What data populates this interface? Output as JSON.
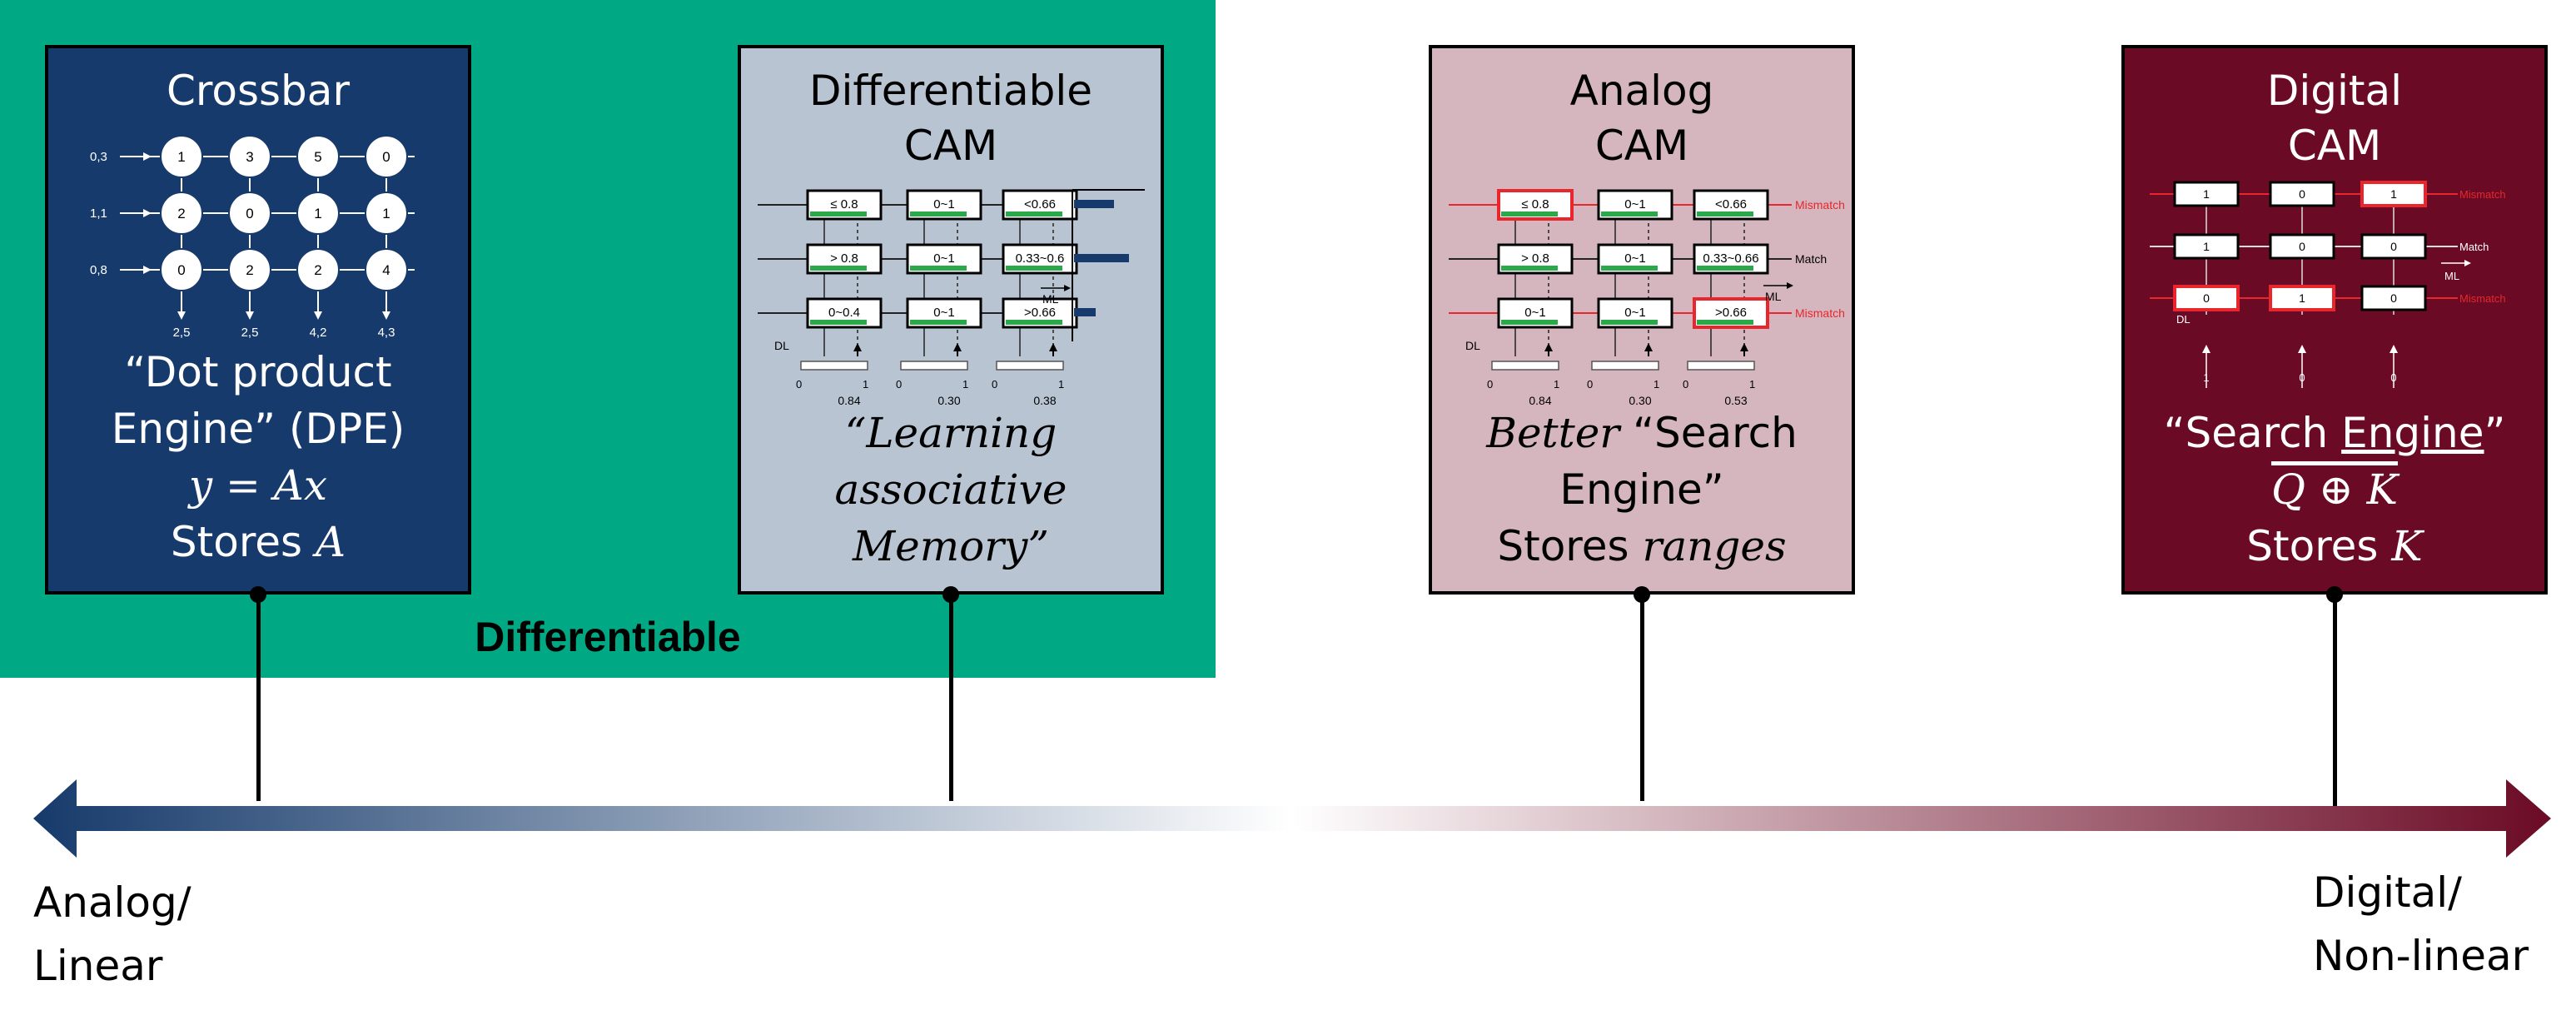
{
  "region": {
    "label": "Differentiable"
  },
  "cards": {
    "crossbar": {
      "title": [
        "Crossbar"
      ],
      "caption": {
        "line1": "“Dot product",
        "line2": "Engine” (DPE)",
        "line3": "y = Ax",
        "line4_a": "Stores ",
        "line4_b": "A"
      },
      "grid": [
        [
          "1",
          "3",
          "5",
          "0"
        ],
        [
          "2",
          "0",
          "1",
          "1"
        ],
        [
          "0",
          "2",
          "2",
          "4"
        ]
      ],
      "inputs": [
        "0,3",
        "1,1",
        "0,8"
      ],
      "outputs": [
        "2,5",
        "2,5",
        "4,2",
        "4,3"
      ]
    },
    "dcam": {
      "title": [
        "Differentiable",
        "CAM"
      ],
      "caption": {
        "line1": "“Learning",
        "line2": "associative",
        "line3": "Memory”"
      },
      "cells": [
        [
          "≤ 0.8",
          "0~1",
          "<0.66"
        ],
        [
          "> 0.8",
          "0~1",
          "0.33~0.6"
        ],
        [
          "0~0.4",
          "0~1",
          ">0.66"
        ]
      ],
      "ml_label": "ML",
      "dl_label": "DL",
      "inputs": [
        "0.84",
        "0.30",
        "0.38"
      ],
      "scale": [
        "0",
        "1"
      ]
    },
    "acam": {
      "title": [
        "Analog",
        "CAM"
      ],
      "caption": {
        "line1_a": "Better",
        "line1_b": " “Search",
        "line2": "Engine”",
        "line3_a": "Stores ",
        "line3_b": "ranges"
      },
      "cells": [
        [
          "≤ 0.8",
          "0~1",
          "<0.66"
        ],
        [
          "> 0.8",
          "0~1",
          "0.33~0.66"
        ],
        [
          "0~1",
          "0~1",
          ">0.66"
        ]
      ],
      "row_status": [
        "Mismatch",
        "Match",
        "Mismatch"
      ],
      "ml_label": "ML",
      "dl_label": "DL",
      "inputs": [
        "0.84",
        "0.30",
        "0.53"
      ],
      "scale": [
        "0",
        "1"
      ]
    },
    "dgcam": {
      "title": [
        "Digital",
        "CAM"
      ],
      "caption": {
        "line1_a": "“Search ",
        "line1_b": "Engine",
        "line1_c": "”",
        "line2": "Q ⊕ K",
        "line3_a": "Stores ",
        "line3_b": "K"
      },
      "cells": [
        [
          "1",
          "0",
          "1"
        ],
        [
          "1",
          "0",
          "0"
        ],
        [
          "0",
          "1",
          "0"
        ]
      ],
      "row_status": [
        "Mismatch",
        "Match",
        "Mismatch"
      ],
      "ml_label": "ML",
      "dl_label": "DL",
      "inputs": [
        "1",
        "0",
        "0"
      ]
    }
  },
  "axis": {
    "left_label": [
      "Analog/",
      "Linear"
    ],
    "right_label": [
      "Digital/",
      "Non-linear"
    ],
    "colors": {
      "left": "#163a6b",
      "middle": "#ffffff",
      "right": "#6b0a25"
    }
  },
  "colors": {
    "green": "#00a884",
    "mismatch": "#e8262b",
    "bar_green": "#2aa84a"
  }
}
